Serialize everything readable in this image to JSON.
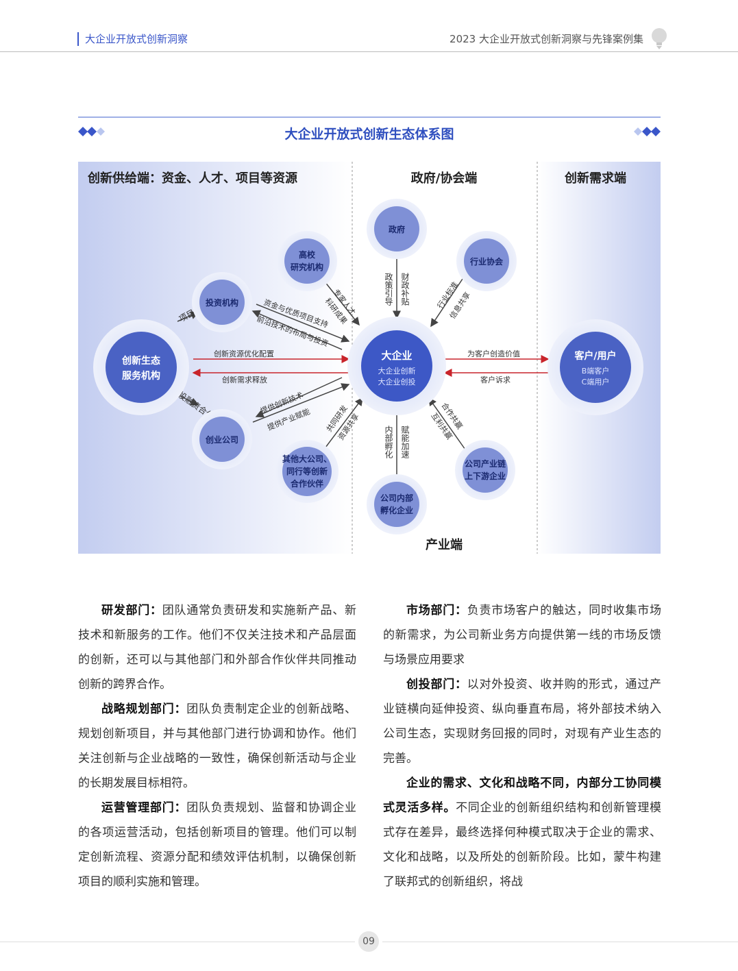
{
  "header": {
    "left_title": "大企业开放式创新洞察",
    "right_title": "2023 大企业开放式创新洞察与先锋案例集"
  },
  "figure": {
    "title": "大企业开放式创新生态体系图",
    "zones": {
      "supply": "创新供给端：资金、人才、项目等资源",
      "government": "政府/协会端",
      "demand": "创新需求端",
      "industry": "产业端"
    },
    "nodes": {
      "center": "大企业",
      "center_sub1": "大企业创新",
      "center_sub2": "大企业创投",
      "service_l1": "创新生态",
      "service_l2": "服务机构",
      "investor": "投资机构",
      "university_l1": "高校",
      "university_l2": "研究机构",
      "government": "政府",
      "association": "行业协会",
      "startup": "创业公司",
      "partners_l1": "其他大公司、",
      "partners_l2": "同行等创新",
      "partners_l3": "合作伙伴",
      "incubated_l1": "公司内部",
      "incubated_l2": "孵化企业",
      "chain_l1": "公司产业链",
      "chain_l2": "上下游企业",
      "customer": "客户/用户",
      "customer_sub1": "B端客户",
      "customer_sub2": "C端用户"
    },
    "edges": {
      "project_coop": "项目合作",
      "invest_coop": "投融资合作",
      "capital_support": "资金与优质项目支持",
      "frontier_invest": "前沿技术的布局与投资",
      "talent": "专家人才",
      "research": "科研成果",
      "policy": "政策引导",
      "subsidy": "财政补贴",
      "industry_std": "行业标准",
      "info_share": "信息共享",
      "resource_opt": "创新资源优化配置",
      "demand_release": "创新需求释放",
      "value_create": "为客户创造价值",
      "customer_appeal": "客户诉求",
      "tech_provide": "提供创新技术",
      "industry_empower": "提供产业赋能",
      "joint_rd": "共同研发",
      "resource_share": "资源共享",
      "internal_incub": "内部孵化",
      "empower_accel": "赋能加速",
      "coop_win": "合作共赢",
      "mutual_benefit": "互利共赢"
    }
  },
  "body": {
    "rd_title": "研发部门：",
    "rd_text": "团队通常负责研发和实施新产品、新技术和新服务的工作。他们不仅关注技术和产品层面的创新，还可以与其他部门和外部合作伙伴共同推动创新的跨界合作。",
    "strategy_title": "战略规划部门：",
    "strategy_text": "团队负责制定企业的创新战略、规划创新项目，并与其他部门进行协调和协作。他们关注创新与企业战略的一致性，确保创新活动与企业的长期发展目标相符。",
    "ops_title": "运营管理部门：",
    "ops_text": "团队负责规划、监督和协调企业的各项运营活动，包括创新项目的管理。他们可以制定创新流程、资源分配和绩效评估机制，以确保创新项目的顺利实施和管理。",
    "market_title": "市场部门：",
    "market_text": "负责市场客户的触达，同时收集市场的新需求，为公司新业务方向提供第一线的市场反馈与场景应用要求",
    "vc_title": "创投部门：",
    "vc_text": "以对外投资、收并购的形式，通过产业链横向延伸投资、纵向垂直布局，将外部技术纳入公司生态，实现财务回报的同时，对现有产业生态的完善。",
    "summary_bold": "企业的需求、文化和战略不同，内部分工协同模式灵活多样。",
    "summary_text": "不同企业的创新组织结构和创新管理模式存在差异，最终选择何种模式取决于企业的需求、文化和战略，以及所处的创新阶段。比如，蒙牛构建了联邦式的创新组织，将战"
  },
  "footer": {
    "page_number": "09"
  }
}
